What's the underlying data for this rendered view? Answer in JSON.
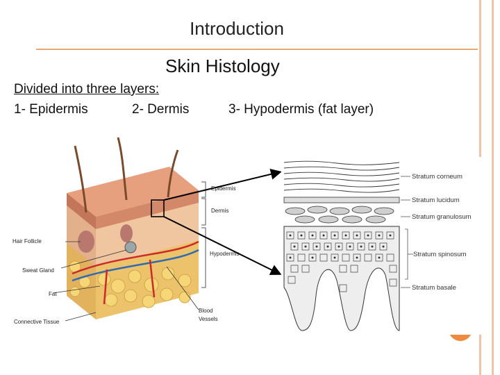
{
  "slide": {
    "title": "Introduction",
    "subtitle": "Skin  Histology",
    "lead": "Divided into three layers:",
    "layers": [
      "1- Epidermis",
      "2- Dermis",
      "3- Hypodermis (fat layer)"
    ]
  },
  "skin_diagram": {
    "labels": {
      "epidermis": "Epidermis",
      "dermis": "Dermis",
      "hypodermis": "Hypodermis",
      "hair_follicle": "Hair Follicle",
      "sweat_gland": "Sweat Gland",
      "fat": "Fat",
      "connective_tissue": "Connective Tissue",
      "blood": "Blood",
      "vessels": "Vessels"
    }
  },
  "epidermis_diagram": {
    "strata": [
      {
        "label": "Stratum  corneum"
      },
      {
        "label": "Stratum  lucidum"
      },
      {
        "label": "Stratum  granulosum"
      },
      {
        "label": "Stratum  spinosum"
      },
      {
        "label": "Stratum  basale"
      }
    ]
  },
  "colors": {
    "accent_line": "#e8a873",
    "border": "#f1c3a6",
    "page_marker": "#f08a3e"
  }
}
